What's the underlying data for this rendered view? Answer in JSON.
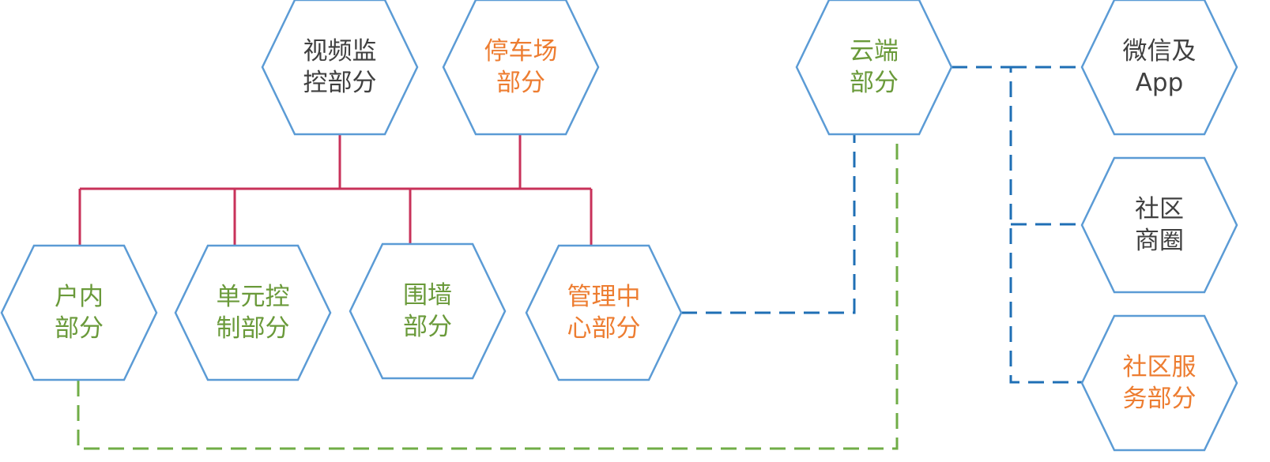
{
  "colors": {
    "hex_border": "#5b9bd5",
    "solid_connector": "#c8325a",
    "blue_dashed": "#1f6fb5",
    "green_dashed": "#70ad47",
    "text_dark": "#404040",
    "text_green": "#6a9a3a",
    "text_orange": "#ed7d31"
  },
  "nodes": [
    {
      "id": "video",
      "lines": [
        "视频监",
        "控部分"
      ],
      "color": "text_dark"
    },
    {
      "id": "parking",
      "lines": [
        "停车场",
        "部分"
      ],
      "color": "text_orange"
    },
    {
      "id": "cloud",
      "lines": [
        "云端",
        "部分"
      ],
      "color": "text_green"
    },
    {
      "id": "wechat",
      "lines": [
        "微信及",
        "App"
      ],
      "color": "text_dark"
    },
    {
      "id": "commerce",
      "lines": [
        "社区",
        "商圈"
      ],
      "color": "text_dark"
    },
    {
      "id": "service",
      "lines": [
        "社区服",
        "务部分"
      ],
      "color": "text_orange"
    },
    {
      "id": "indoor",
      "lines": [
        "户内",
        "部分"
      ],
      "color": "text_green"
    },
    {
      "id": "unit",
      "lines": [
        "单元控",
        "制部分"
      ],
      "color": "text_green"
    },
    {
      "id": "wall",
      "lines": [
        "围墙",
        "部分"
      ],
      "color": "text_green"
    },
    {
      "id": "mgmt",
      "lines": [
        "管理中",
        "心部分"
      ],
      "color": "text_orange"
    }
  ]
}
